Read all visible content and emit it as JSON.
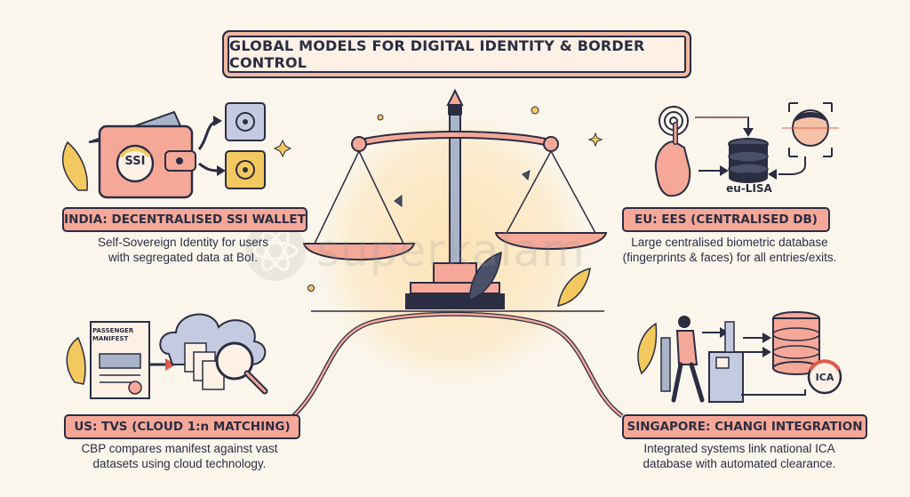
{
  "title": "GLOBAL MODELS FOR DIGITAL IDENTITY & BORDER CONTROL",
  "watermark": "superkalam",
  "models": {
    "india": {
      "label": "INDIA: DECENTRALISED SSI WALLET",
      "desc1": "Self-Sovereign Identity for users",
      "desc2": "with segregated data at BoI.",
      "badge": "SSI"
    },
    "eu": {
      "label": "EU: EES (CENTRALISED DB)",
      "desc1": "Large centralised biometric database",
      "desc2": "(fingerprints & faces) for all entries/exits.",
      "db_label": "eu-LISA"
    },
    "us": {
      "label": "US: TVS (CLOUD 1:n MATCHING)",
      "desc1": "CBP compares manifest against vast",
      "desc2": "datasets using cloud technology.",
      "doc_line1": "PASSENGER",
      "doc_line2": "MANIFEST"
    },
    "singapore": {
      "label": "SINGAPORE: CHANGI INTEGRATION",
      "desc1": "Integrated systems link national ICA",
      "desc2": "database with automated clearance.",
      "badge": "ICA"
    }
  },
  "colors": {
    "accent": "#f5a898",
    "outline": "#2b2d42",
    "background": "#fbf6ec",
    "gold": "#f3c85e"
  }
}
